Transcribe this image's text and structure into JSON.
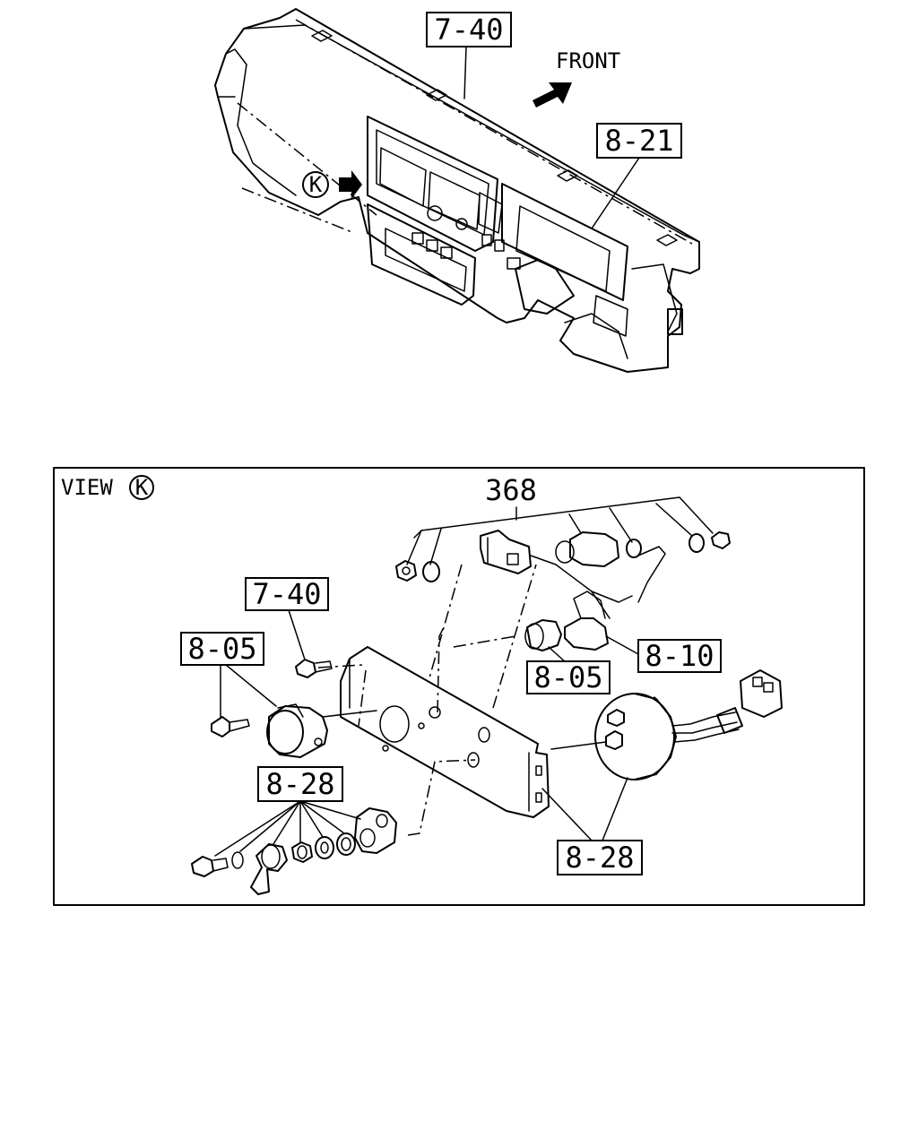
{
  "top_view": {
    "callouts": {
      "dashboard": "7-40",
      "meter_cluster": "8-21"
    },
    "front_label": "FRONT",
    "view_marker": "K"
  },
  "view_k": {
    "title": "VIEW",
    "marker": "K",
    "callouts": {
      "group_368": "368",
      "bracket_7_40": "7-40",
      "bulb_left_8_05": "8-05",
      "bulb_right_8_05": "8-05",
      "socket_8_10": "8-10",
      "switch_left_8_28": "8-28",
      "buzzer_8_28": "8-28"
    }
  },
  "icons": {
    "front_arrow": "arrow-up-right-icon",
    "view_arrow": "arrow-right-icon"
  },
  "colors": {
    "ink": "#000000",
    "paper": "#ffffff"
  }
}
